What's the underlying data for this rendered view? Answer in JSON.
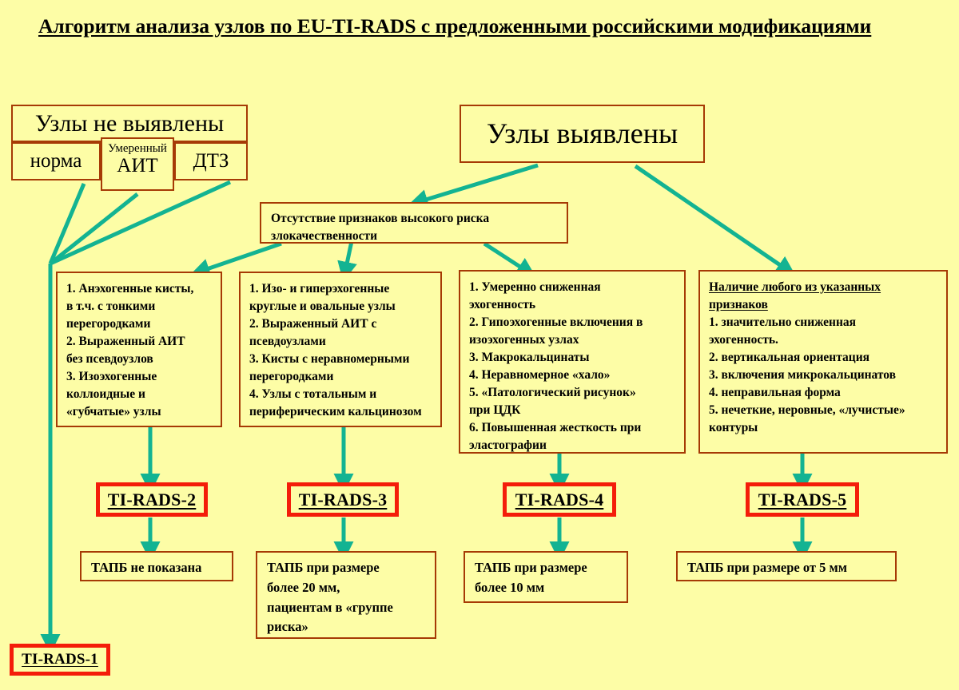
{
  "title": "Алгоритм анализа узлов по EU-TI-RADS с предложенными российскими модификациями",
  "colors": {
    "background": "#fdfda6",
    "box_border": "#a63a05",
    "tirads_border": "#f41d0a",
    "arrow": "#13b392",
    "text": "#000000"
  },
  "nodes": {
    "no_nodes": "Узлы не выявлены",
    "norm": "норма",
    "ait_small": "Умеренный",
    "ait_big": "АИТ",
    "dtz": "ДТЗ",
    "nodes_found": "Узлы выявлены",
    "no_high_risk": [
      "Отсутствие признаков высокого риска",
      "злокачественности"
    ]
  },
  "columns": [
    {
      "name": "column-1",
      "header": null,
      "lines": [
        "1. Анэхогенные кисты,",
        "в т.ч. с тонкими",
        "перегородками",
        "2. Выраженный АИТ",
        "без псевдоузлов",
        "3. Изоэхогенные",
        "коллоидные и",
        "«губчатые» узлы"
      ]
    },
    {
      "name": "column-2",
      "header": null,
      "lines": [
        "1. Изо- и гиперэхогенные",
        "круглые и овальные узлы",
        "2. Выраженный АИТ с",
        "псевдоузлами",
        "3. Кисты с неравномерными",
        "перегородками",
        "4. Узлы с тотальным и",
        "периферическим кальцинозом"
      ]
    },
    {
      "name": "column-3",
      "header": null,
      "lines": [
        "1. Умеренно сниженная",
        "эхогенность",
        "2. Гипоэхогенные включения в",
        "изоэхогенных узлах",
        "3. Макрокальцинаты",
        "4. Неравномерное «хало»",
        "5. «Патологический рисунок»",
        "при ЦДК",
        "6. Повышенная жесткость при",
        "эластографии"
      ]
    },
    {
      "name": "column-4",
      "header": [
        "Наличие любого из указанных",
        "признаков"
      ],
      "lines": [
        "1. значительно сниженная",
        "эхогенность.",
        "2. вертикальная ориентация",
        "3. включения микрокальцинатов",
        "4. неправильная форма",
        "5. нечеткие, неровные, «лучистые»",
        "контуры"
      ]
    }
  ],
  "tirads": {
    "t1": "TI-RADS-1",
    "t2": "TI-RADS-2",
    "t3": "TI-RADS-3",
    "t4": "TI-RADS-4",
    "t5": "TI-RADS-5"
  },
  "fna": {
    "f2": [
      "ТАПБ не показана"
    ],
    "f3": [
      "ТАПБ при размере",
      "более 20 мм,",
      "пациентам в «группе",
      "риска»"
    ],
    "f4": [
      "ТАПБ при размере",
      "более 10 мм"
    ],
    "f5": [
      "ТАПБ при размере от 5 мм"
    ]
  }
}
